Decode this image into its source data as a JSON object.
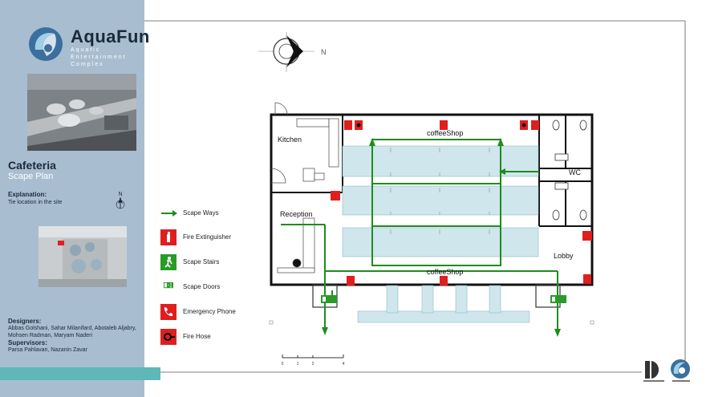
{
  "brand": {
    "name": "AquaFun",
    "subtitle_lines": [
      "Aquatic",
      "Entertainment",
      "Complex"
    ]
  },
  "project": {
    "title": "Cafeteria",
    "subtitle": "Scape Plan"
  },
  "explanation": {
    "heading": "Explanation:",
    "text": "Tie location in the site"
  },
  "north_small": "N",
  "compass_label": "N",
  "credits": {
    "designers_heading": "Designers:",
    "designers": "Abbas Golshani, Sahar Milanifard, Abotaleb Aljabry, Mohsen Radman, Maryam Naderi",
    "supervisors_heading": "Supervisors:",
    "supervisors": "Parsa Pahlavan, Nazanin Zavar"
  },
  "legend": [
    {
      "icon": "green-arrow-icon",
      "label": "Scape Ways"
    },
    {
      "icon": "fire-extinguisher-icon",
      "label": "Fire Extinguisher"
    },
    {
      "icon": "emergency-stairs-icon",
      "label": "Scape Stairs"
    },
    {
      "icon": "escape-door-icon",
      "label": "Scape Doors"
    },
    {
      "icon": "emergency-phone-icon",
      "label": "Emergency Phone"
    },
    {
      "icon": "fire-hose-icon",
      "label": "Fire Hose"
    }
  ],
  "rooms": {
    "kitchen": "Kitchen",
    "coffee_top": "coffeeShop",
    "coffee_bottom": "coffeeShop",
    "wc": "WC",
    "reception": "Reception",
    "lobby": "Lobby"
  },
  "scale_bar": [
    "0",
    "1",
    "2",
    "4"
  ],
  "colors": {
    "sidebar": "#a8bdd0",
    "accent_teal": "#5fb7b8",
    "escape_route": "#1e8c1e",
    "fire_red": "#e01e1e",
    "sign_green": "#2a9a2a",
    "seating_fill": "#cfe6ec"
  }
}
